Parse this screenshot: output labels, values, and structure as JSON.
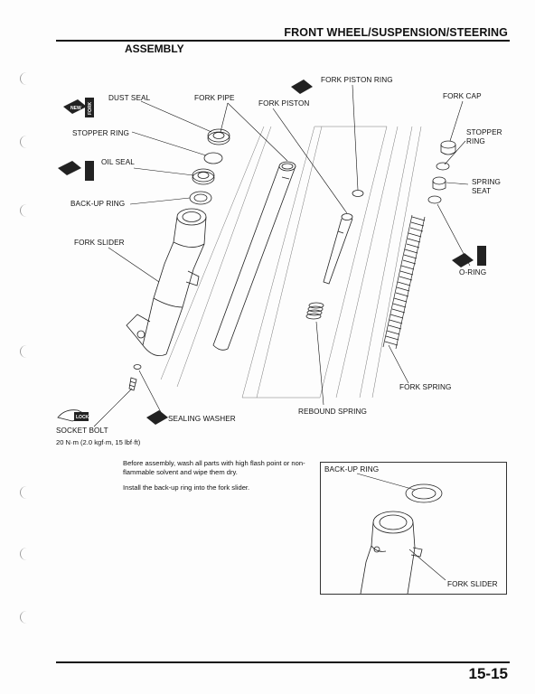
{
  "header": {
    "title": "FRONT WHEEL/SUSPENSION/STEERING",
    "page_number": "15-15"
  },
  "section": {
    "title": "ASSEMBLY"
  },
  "icons": [
    {
      "name": "new-part-icon",
      "text": "NEW"
    },
    {
      "name": "fork-oil-icon",
      "text": "FORK"
    },
    {
      "name": "locking-agent-icon",
      "text": "LOCK"
    }
  ],
  "parts": {
    "dust_seal": "DUST SEAL",
    "fork_pipe": "FORK PIPE",
    "fork_piston_ring": "FORK PISTON RING",
    "fork_piston": "FORK PISTON",
    "fork_cap": "FORK CAP",
    "stopper_ring_left": "STOPPER RING",
    "stopper_ring_right": "STOPPER\nRING",
    "oil_seal": "OIL SEAL",
    "spring_seat": "SPRING\nSEAT",
    "back_up_ring": "BACK-UP RING",
    "fork_slider": "FORK SLIDER",
    "o_ring": "O-RING",
    "fork_spring": "FORK SPRING",
    "rebound_spring": "REBOUND SPRING",
    "sealing_washer": "SEALING WASHER",
    "socket_bolt": "SOCKET BOLT"
  },
  "torque_spec": "20 N·m (2.0 kgf·m, 15 lbf·ft)",
  "instructions": [
    "Before assembly, wash all parts with high flash point or non-flammable solvent and wipe them dry.",
    "Install the back-up ring into the fork slider."
  ],
  "detail": {
    "back_up_ring": "BACK-UP RING",
    "fork_slider": "FORK SLIDER"
  }
}
